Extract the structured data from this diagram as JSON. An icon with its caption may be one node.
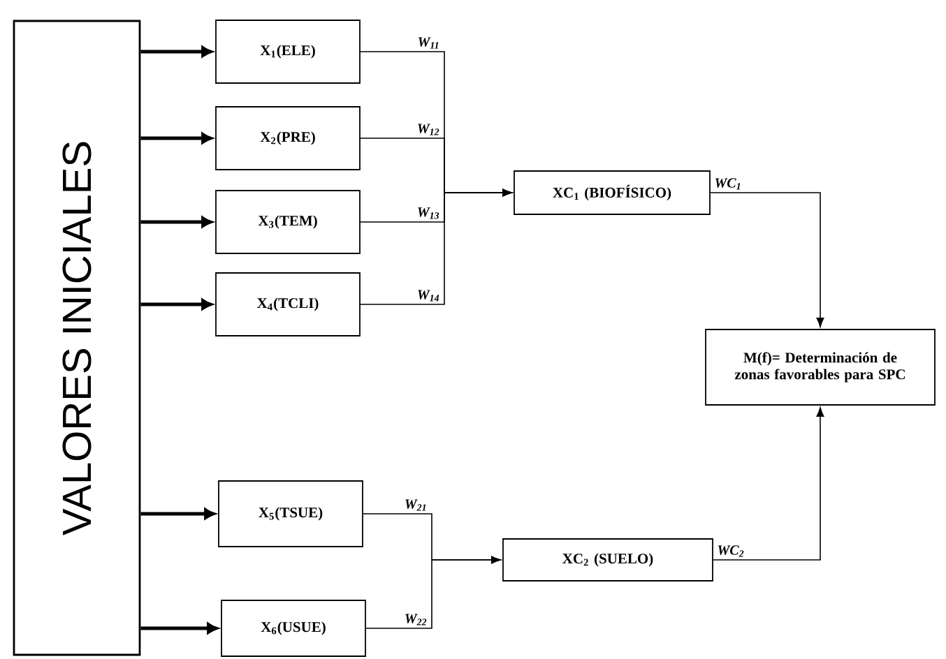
{
  "diagram": {
    "nodes": [
      {
        "text": [
          "VALORES INICIALES"
        ]
      },
      {
        "text": [
          "X$_{1}$(ELE)"
        ]
      },
      {
        "text": [
          "X$_{2}$(PRE)"
        ]
      },
      {
        "text": [
          "X$_{3}$(TEM)"
        ]
      },
      {
        "text": [
          "X$_{4}$(TCLI)"
        ]
      },
      {
        "text": [
          "XC$_{1}$ (BIOFÍSICO)"
        ]
      },
      {
        "text": [
          "M(f)= Determinación de zonas favorables para SPC"
        ]
      },
      {
        "text": [
          "X$_{5}$(TSUE)"
        ]
      },
      {
        "text": [
          "X$_{6}$(USUE)"
        ]
      },
      {
        "text": [
          "XC$_{2}$ (SUELO)"
        ]
      }
    ],
    "edges": [
      {
        "from": 0,
        "to": 1,
        "arrow": "to",
        "style": "thick"
      },
      {
        "from": 0,
        "to": 2,
        "arrow": "to",
        "style": "thick"
      },
      {
        "from": 0,
        "to": 3,
        "arrow": "to",
        "style": "thick"
      },
      {
        "from": 0,
        "to": 4,
        "arrow": "to",
        "style": "thick"
      },
      {
        "from": 0,
        "to": 7,
        "arrow": "to",
        "style": "thick"
      },
      {
        "from": 0,
        "to": 8,
        "arrow": "to",
        "style": "thick"
      },
      {
        "from": 1,
        "to": 5,
        "arrow": "to",
        "label": "W$_{11}$"
      },
      {
        "from": 2,
        "to": 5,
        "arrow": "to",
        "label": "W$_{12}$"
      },
      {
        "from": 3,
        "to": 5,
        "arrow": "to",
        "label": "W$_{13}$"
      },
      {
        "from": 4,
        "to": 5,
        "arrow": "to",
        "label": "W$_{14}$"
      },
      {
        "from": 7,
        "to": 9,
        "arrow": "to",
        "label": "W$_{21}$"
      },
      {
        "from": 8,
        "to": 9,
        "arrow": "to",
        "label": "W$_{22}$"
      },
      {
        "from": 5,
        "to": 6,
        "arrow": "to",
        "label": "WC$_{1}$"
      },
      {
        "from": 9,
        "to": 6,
        "arrow": "to",
        "label": "WC$_{2}$"
      }
    ]
  }
}
